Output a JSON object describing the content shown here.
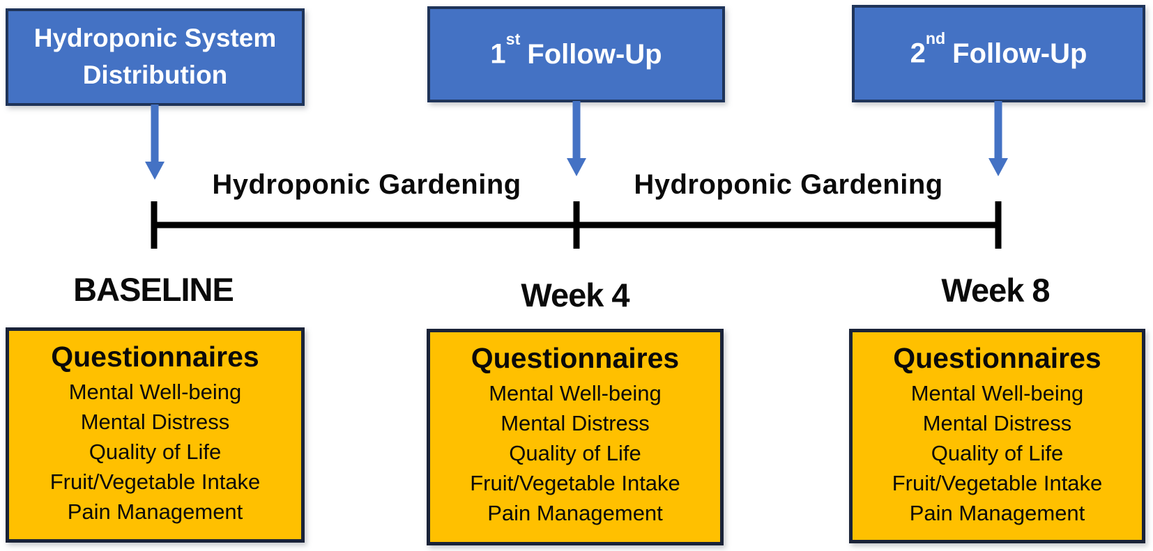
{
  "colors": {
    "accent_blue": "#4472C4",
    "blue_border": "#1F3459",
    "arrow_blue": "#4472C4",
    "gold": "#FFC000",
    "gold_border": "#1A2338",
    "line_black": "#000000",
    "text_white": "#FFFFFF",
    "text_black": "#0A0A0A"
  },
  "event_boxes": {
    "distribution": {
      "line1": "Hydroponic System",
      "line2": "Distribution"
    },
    "followup1": {
      "number": "1",
      "ordinal": "st",
      "label": "Follow-Up"
    },
    "followup2": {
      "number": "2",
      "ordinal": "nd",
      "label": "Follow-Up"
    }
  },
  "timeline": {
    "segment1_label": "Hydroponic Gardening",
    "segment2_label": "Hydroponic Gardening",
    "milestones": [
      "BASELINE",
      "Week 4",
      "Week 8"
    ]
  },
  "questionnaires": {
    "baseline": {
      "title": "Questionnaires",
      "items": [
        "Mental Well-being",
        "Mental Distress",
        "Quality of Life",
        "Fruit/Vegetable Intake",
        "Pain Management"
      ]
    },
    "week4": {
      "title": "Questionnaires",
      "items": [
        "Mental Well-being",
        "Mental Distress",
        "Quality of Life",
        "Fruit/Vegetable Intake",
        "Pain Management"
      ]
    },
    "week8": {
      "title": "Questionnaires",
      "items": [
        "Mental Well-being",
        "Mental Distress",
        "Quality of Life",
        "Fruit/Vegetable Intake",
        "Pain Management"
      ]
    }
  }
}
